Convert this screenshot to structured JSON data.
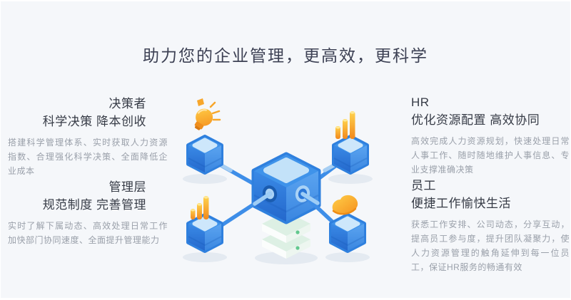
{
  "page": {
    "title": "助力您的企业管理，更高效，更科学"
  },
  "sections": {
    "decision_maker": {
      "role": "决策者",
      "headline": "科学决策 降本创收",
      "body": "搭建科学管理体系、实时获取人力资源指数、合理强化科学决策、全面降低企业成本"
    },
    "hr": {
      "role": "HR",
      "headline": "优化资源配置 高效协同",
      "body": "高效完成人力资源规划，快速处理日常人事工作、随时随地维护人事信息、专业支撑准确决策"
    },
    "management": {
      "role": "管理层",
      "headline": "规范制度 完善管理",
      "body": "实时了解下属动态、高效处理日常工作加快部门协同速度、全面提升管理能力"
    },
    "employee": {
      "role": "员工",
      "headline": "便捷工作愉快生活",
      "body": "获悉工作安排、公司动态，分享互动，提高员工参与度，提升团队凝聚力，使人力资源管理的触角延伸到每一位员工，保证HR服务的畅通有效"
    }
  },
  "illustration": {
    "hub": "server-cube-hub",
    "nodes": {
      "top_left_icon": "idea-bulb",
      "top_right_icon": "bar-chart",
      "bottom_left_icon": "bar-chart",
      "bottom_right_icon": "like-blob"
    },
    "colors": {
      "cube_blue": "#2f80de",
      "cube_top_light": "#c9e4fa",
      "link_blue": "#3e8ee8",
      "accent_orange": "#f7941e",
      "server_green": "#62c88e",
      "background": "#f5f7fa",
      "title_text": "#3d4154",
      "heading_text": "#363b46",
      "body_text": "#9aa0aa"
    }
  }
}
